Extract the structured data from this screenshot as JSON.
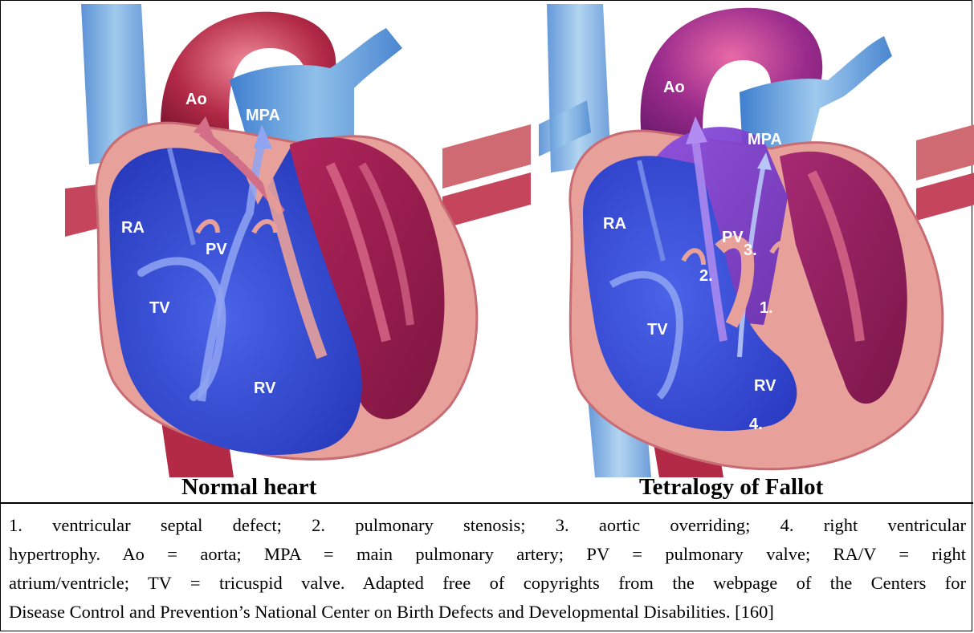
{
  "figure": {
    "left_panel": {
      "title": "Normal heart",
      "labels": {
        "ao": "Ao",
        "mpa": "MPA",
        "ra": "RA",
        "pv": "PV",
        "tv": "TV",
        "rv": "RV"
      }
    },
    "right_panel": {
      "title": "Tetralogy of Fallot",
      "labels": {
        "ao": "Ao",
        "mpa": "MPA",
        "ra": "RA",
        "pv": "PV",
        "tv": "TV",
        "rv": "RV",
        "n1": "1.",
        "n2": "2.",
        "n3": "3.",
        "n4": "4."
      }
    }
  },
  "legend": {
    "line1": "1. ventricular septal defect; 2. pulmonary stenosis; 3. aortic overriding; 4. right ventricular",
    "line2": "hypertrophy.  Ao = aorta; MPA = main pulmonary artery; PV = pulmonary valve; RA/V = right",
    "line3": "atrium/ventricle; TV = tricuspid valve. Adapted free of copyrights from the webpage of the Centers for",
    "line4": "Disease Control and Prevention’s National Center on Birth Defects and Developmental Disabilities. [160]"
  },
  "colors": {
    "blood_blue": "#3a4fd6",
    "vessel_blue": "#5b9bd5",
    "aorta_red": "#a8243f",
    "myocardium_pink": "#e59a93",
    "wall_dark": "#8e1f44",
    "mixed_purple": "#7a3fc9"
  }
}
